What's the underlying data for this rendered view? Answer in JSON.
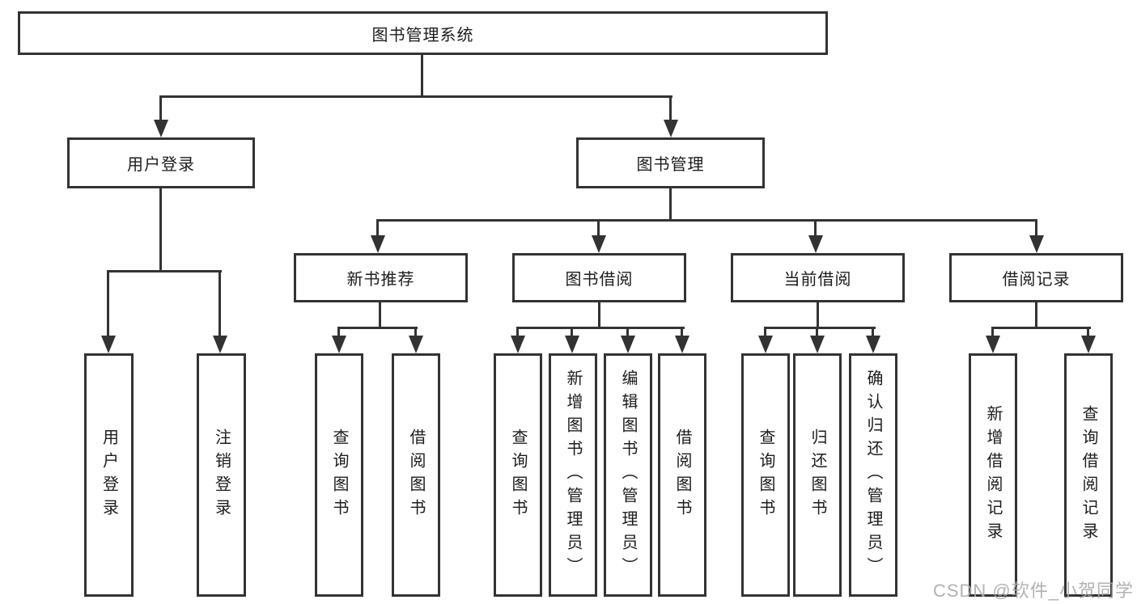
{
  "diagram": {
    "type": "hierarchy-tree",
    "root": {
      "label": "图书管理系统"
    },
    "level2": {
      "user_login": {
        "label": "用户登录"
      },
      "book_mgmt": {
        "label": "图书管理"
      }
    },
    "level3": {
      "new_books": {
        "label": "新书推荐"
      },
      "borrowing": {
        "label": "图书借阅"
      },
      "current": {
        "label": "当前借阅"
      },
      "records": {
        "label": "借阅记录"
      }
    },
    "leaves": {
      "user_login": [
        "用户登录",
        "注销登录"
      ],
      "new_books": [
        "查询图书",
        "借阅图书"
      ],
      "borrowing": [
        "查询图书",
        "新增图书（管理员）",
        "编辑图书（管理员）",
        "借阅图书"
      ],
      "current": [
        "查询图书",
        "归还图书",
        "确认归还（管理员）"
      ],
      "records": [
        "新增借阅记录",
        "查询借阅记录"
      ]
    }
  },
  "watermark": {
    "text": "CSDN @软件_小贺同学"
  },
  "colors": {
    "line": "#333333",
    "text": "#1c1c1c",
    "background": "#ffffff",
    "watermark": "#aaaaaa"
  }
}
